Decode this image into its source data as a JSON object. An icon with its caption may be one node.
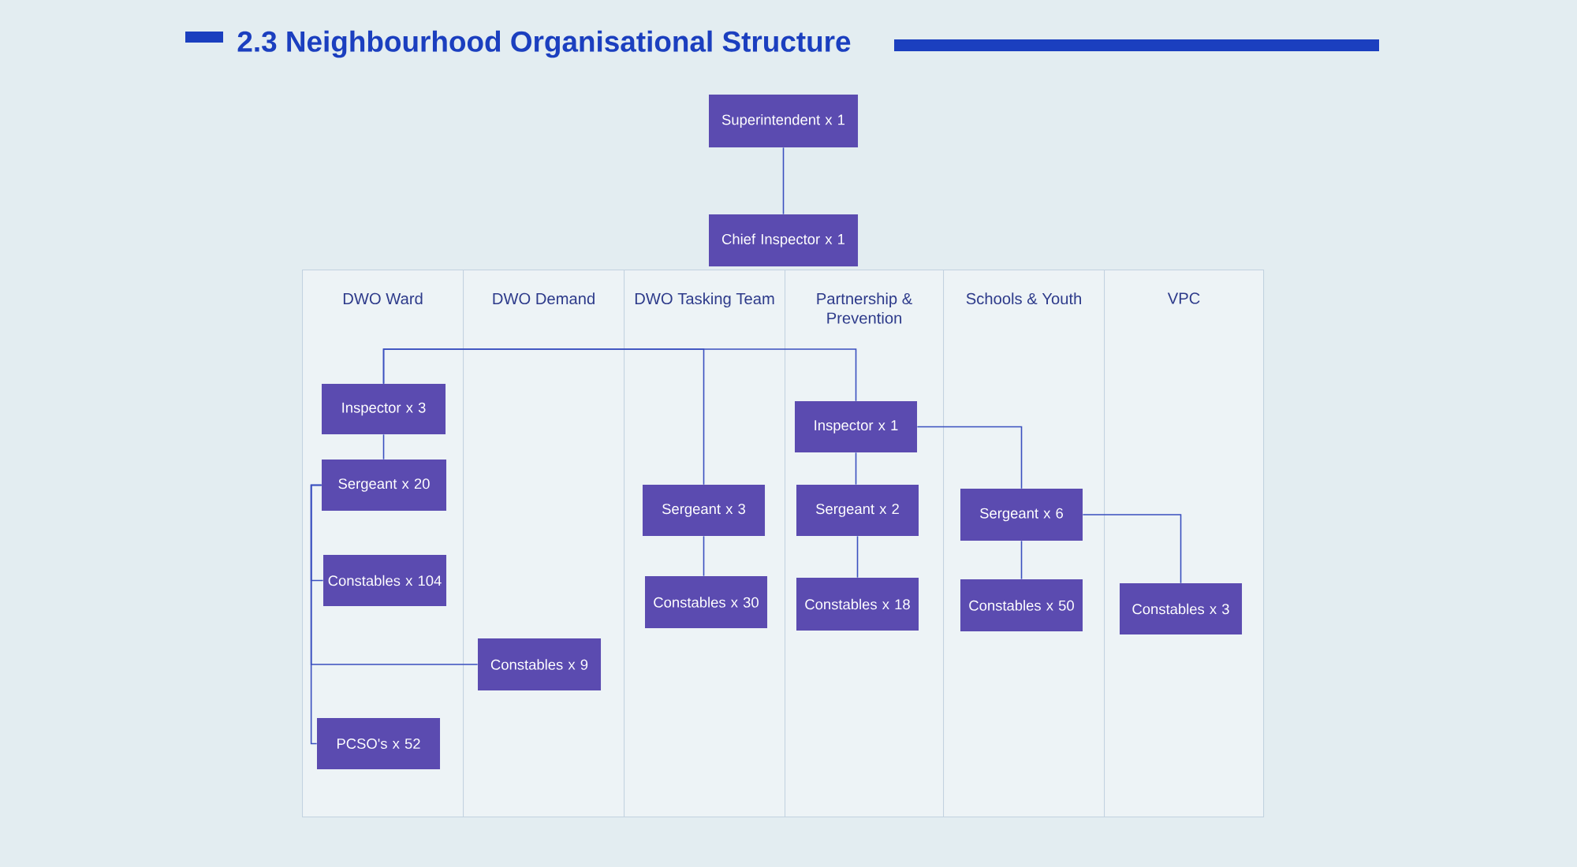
{
  "diagram": {
    "title": "2.3 Neighbourhood Organisational Structure",
    "nodes": [
      {
        "text": [
          "Superintendent x 1"
        ]
      },
      {
        "text": [
          "Chief Inspector x 1"
        ]
      },
      {
        "text": [
          "DWO Ward"
        ]
      },
      {
        "text": [
          "DWO Demand"
        ]
      },
      {
        "text": [
          "DWO Tasking Team"
        ]
      },
      {
        "text": [
          "Partnership & Prevention"
        ]
      },
      {
        "text": [
          "Schools & Youth"
        ]
      },
      {
        "text": [
          "VPC"
        ]
      },
      {
        "text": [
          "Inspector x 3"
        ],
        "in": 2
      },
      {
        "text": [
          "Sergeant x 20"
        ],
        "in": 2
      },
      {
        "text": [
          "Constables x 104"
        ],
        "in": 2
      },
      {
        "text": [
          "PCSO's x 52"
        ],
        "in": 2
      },
      {
        "text": [
          "Constables x 9"
        ],
        "in": 3
      },
      {
        "text": [
          "Sergeant x 3"
        ],
        "in": 4
      },
      {
        "text": [
          "Constables x 30"
        ],
        "in": 4
      },
      {
        "text": [
          "Inspector x 1"
        ],
        "in": 5
      },
      {
        "text": [
          "Sergeant x 2"
        ],
        "in": 5
      },
      {
        "text": [
          "Constables x 18"
        ],
        "in": 5
      },
      {
        "text": [
          "Sergeant x 6"
        ],
        "in": 6
      },
      {
        "text": [
          "Constables x 50"
        ],
        "in": 6
      },
      {
        "text": [
          "Constables x 3"
        ],
        "in": 7
      }
    ],
    "edges": [
      {
        "from": 0,
        "to": 1,
        "arrow": "none"
      },
      {
        "from": 8,
        "to": 13,
        "arrow": "none"
      },
      {
        "from": 8,
        "to": 15,
        "arrow": "none"
      },
      {
        "from": 8,
        "to": 9,
        "arrow": "none"
      },
      {
        "from": 9,
        "to": 10,
        "arrow": "none"
      },
      {
        "from": 9,
        "to": 12,
        "arrow": "none"
      },
      {
        "from": 9,
        "to": 11,
        "arrow": "none"
      },
      {
        "from": 13,
        "to": 14,
        "arrow": "none"
      },
      {
        "from": 15,
        "to": 16,
        "arrow": "none"
      },
      {
        "from": 16,
        "to": 17,
        "arrow": "none"
      },
      {
        "from": 15,
        "to": 18,
        "arrow": "none"
      },
      {
        "from": 18,
        "to": 19,
        "arrow": "none"
      },
      {
        "from": 18,
        "to": 20,
        "arrow": "none"
      }
    ]
  }
}
